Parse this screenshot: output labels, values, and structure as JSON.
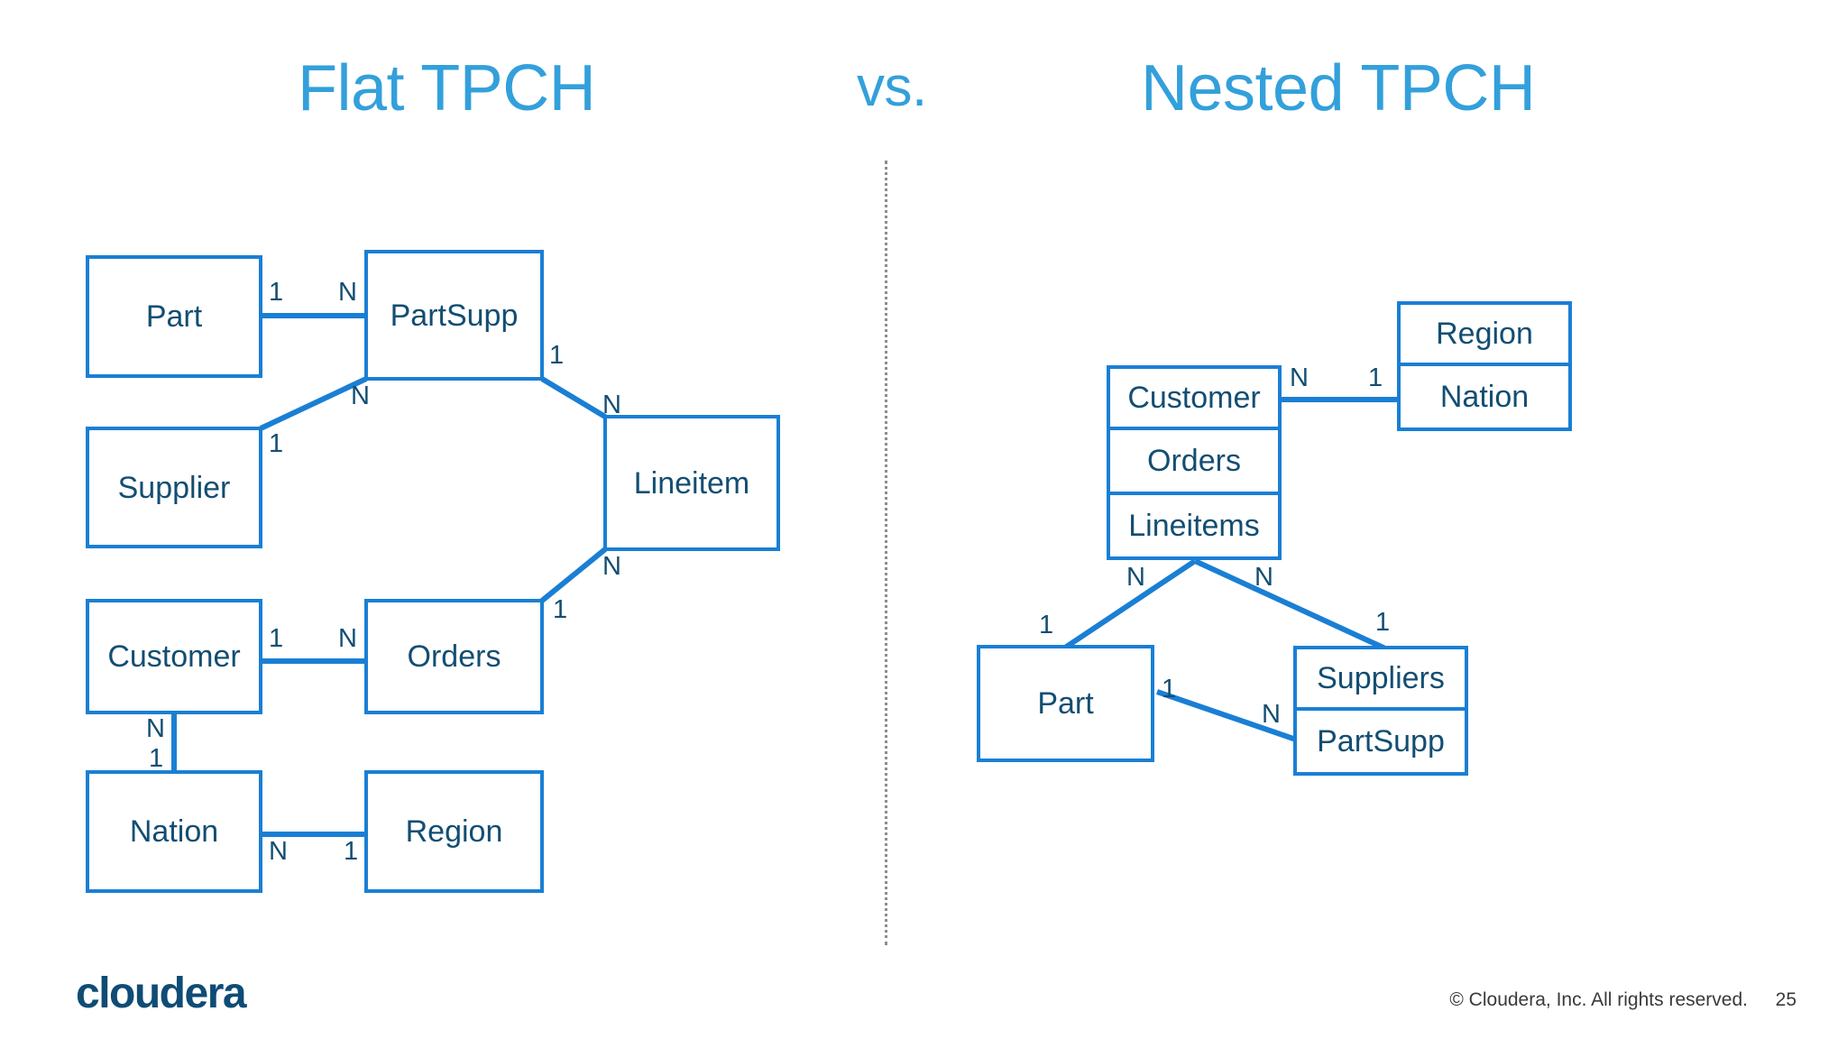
{
  "slide": {
    "title_left": "Flat TPCH",
    "title_vs": "vs.",
    "title_right": "Nested TPCH",
    "accent_color": "#33A0DB",
    "box_border_color": "#1A7FD4",
    "box_text_color": "#134E72",
    "divider_color": "#8d8d8d"
  },
  "footer": {
    "logo_text": "cloudera",
    "copyright": "© Cloudera, Inc. All rights reserved.",
    "page_number": "25"
  },
  "flat_diagram": {
    "name": "Flat TPCH",
    "entities": [
      {
        "id": "part",
        "label": "Part"
      },
      {
        "id": "partsupp",
        "label": "PartSupp"
      },
      {
        "id": "supplier",
        "label": "Supplier"
      },
      {
        "id": "lineitem",
        "label": "Lineitem"
      },
      {
        "id": "customer",
        "label": "Customer"
      },
      {
        "id": "orders",
        "label": "Orders"
      },
      {
        "id": "nation",
        "label": "Nation"
      },
      {
        "id": "region",
        "label": "Region"
      }
    ],
    "relationships": [
      {
        "from": "part",
        "to": "partsupp",
        "from_card": "1",
        "to_card": "N"
      },
      {
        "from": "supplier",
        "to": "partsupp",
        "from_card": "1",
        "to_card": "N"
      },
      {
        "from": "partsupp",
        "to": "lineitem",
        "from_card": "1",
        "to_card": "N"
      },
      {
        "from": "orders",
        "to": "lineitem",
        "from_card": "1",
        "to_card": "N"
      },
      {
        "from": "customer",
        "to": "orders",
        "from_card": "1",
        "to_card": "N"
      },
      {
        "from": "nation",
        "to": "customer",
        "from_card": "1",
        "to_card": "N"
      },
      {
        "from": "region",
        "to": "nation",
        "from_card": "1",
        "to_card": "N"
      }
    ],
    "cardinality_labels": {
      "part_partsupp_1": "1",
      "part_partsupp_N": "N",
      "partsupp_supplier_N": "N",
      "supplier_partsupp_1": "1",
      "partsupp_lineitem_1": "1",
      "lineitem_partsupp_N": "N",
      "lineitem_orders_N": "N",
      "orders_lineitem_1": "1",
      "customer_orders_1": "1",
      "orders_customer_N": "N",
      "customer_nation_N": "N",
      "nation_customer_1": "1",
      "nation_region_N": "N",
      "region_nation_1": "1"
    }
  },
  "nested_diagram": {
    "name": "Nested TPCH",
    "entities": [
      {
        "id": "customer_group",
        "segments": [
          "Customer",
          "Orders",
          "Lineitems"
        ]
      },
      {
        "id": "region_group",
        "segments": [
          "Region",
          "Nation"
        ]
      },
      {
        "id": "part",
        "segments": [
          "Part"
        ]
      },
      {
        "id": "supplier_group",
        "segments": [
          "Suppliers",
          "PartSupp"
        ]
      }
    ],
    "relationships": [
      {
        "from": "customer_group",
        "to": "region_group",
        "from_card": "N",
        "to_card": "1"
      },
      {
        "from": "lineitems",
        "to": "part",
        "from_card": "N",
        "to_card": "1"
      },
      {
        "from": "lineitems",
        "to": "suppliers",
        "from_card": "N",
        "to_card": "1"
      },
      {
        "from": "part",
        "to": "partsupp",
        "from_card": "1",
        "to_card": "N"
      }
    ],
    "cardinality_labels": {
      "customer_nation_N": "N",
      "nation_customer_1": "1",
      "lineitems_part_N": "N",
      "lineitems_suppliers_N": "N",
      "part_lineitems_1": "1",
      "suppliers_lineitems_1": "1",
      "part_partsupp_1": "1",
      "partsupp_part_N": "N"
    }
  }
}
